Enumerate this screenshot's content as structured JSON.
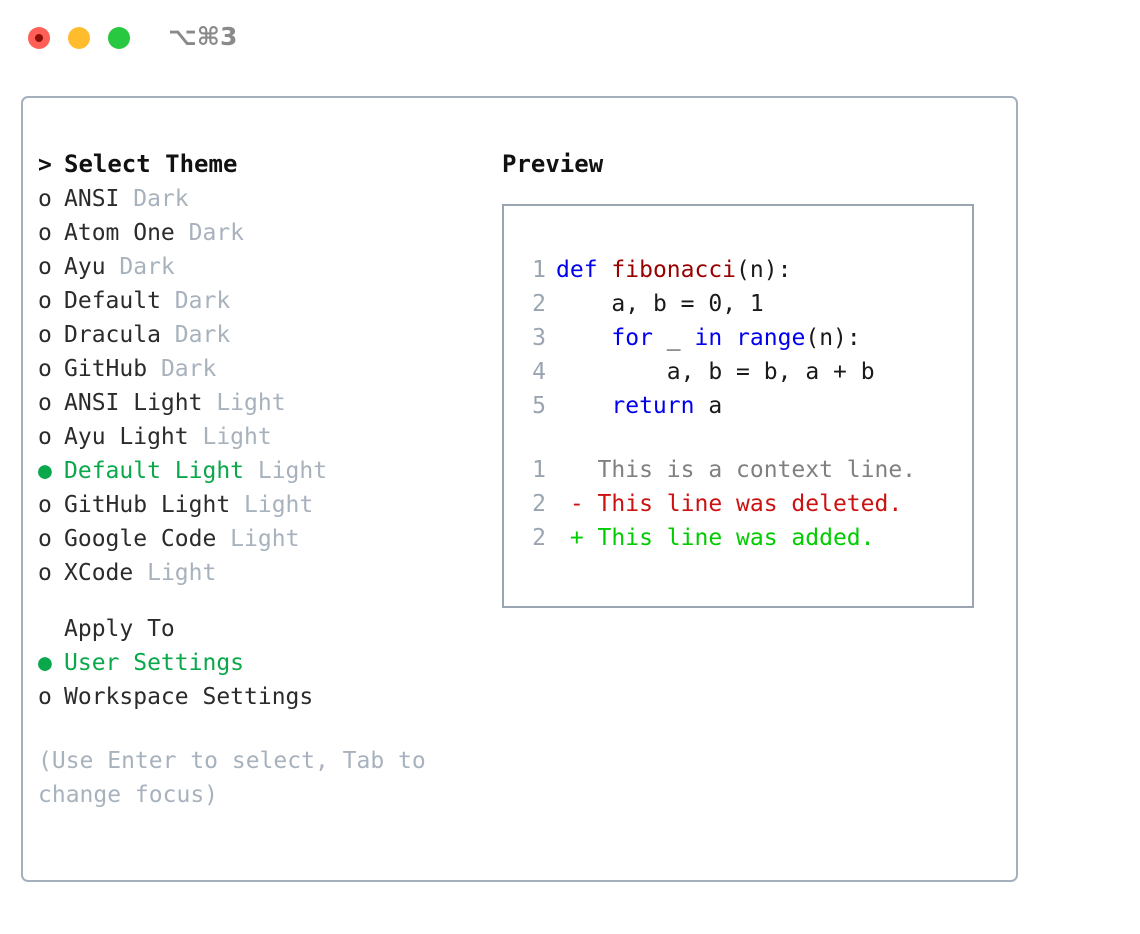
{
  "window": {
    "traffic_lights": [
      {
        "name": "close-button",
        "color": "#ff5f57"
      },
      {
        "name": "minimize-button",
        "color": "#ffbd2e"
      },
      {
        "name": "maximize-button",
        "color": "#28c840"
      }
    ],
    "shortcut": "⌥⌘3"
  },
  "theme_picker": {
    "header": {
      "marker": ">",
      "label": "Select Theme"
    },
    "items": [
      {
        "marker": "o",
        "name": "ANSI",
        "label": "Dark",
        "selected": false
      },
      {
        "marker": "o",
        "name": "Atom One",
        "label": "Dark",
        "selected": false
      },
      {
        "marker": "o",
        "name": "Ayu",
        "label": "Dark",
        "selected": false
      },
      {
        "marker": "o",
        "name": "Default",
        "label": "Dark",
        "selected": false
      },
      {
        "marker": "o",
        "name": "Dracula",
        "label": "Dark",
        "selected": false
      },
      {
        "marker": "o",
        "name": "GitHub",
        "label": "Dark",
        "selected": false
      },
      {
        "marker": "o",
        "name": "ANSI Light",
        "label": "Light",
        "selected": false
      },
      {
        "marker": "o",
        "name": "Ayu Light",
        "label": "Light",
        "selected": false
      },
      {
        "marker": "●",
        "name": "Default Light",
        "label": "Light",
        "selected": true
      },
      {
        "marker": "o",
        "name": "GitHub Light",
        "label": "Light",
        "selected": false
      },
      {
        "marker": "o",
        "name": "Google Code",
        "label": "Light",
        "selected": false
      },
      {
        "marker": "o",
        "name": "XCode",
        "label": "Light",
        "selected": false
      }
    ]
  },
  "apply_to": {
    "header": "Apply To",
    "options": [
      {
        "marker": "●",
        "name": "User Settings",
        "selected": true
      },
      {
        "marker": "o",
        "name": "Workspace Settings",
        "selected": false
      }
    ]
  },
  "hint": "(Use Enter to select, Tab to change focus)",
  "preview": {
    "title": "Preview",
    "code_lines": [
      {
        "no": "1",
        "text": "def fibonacci(n):"
      },
      {
        "no": "2",
        "text": "    a, b = 0, 1"
      },
      {
        "no": "3",
        "text": "    for _ in range(n):"
      },
      {
        "no": "4",
        "text": "        a, b = b, a + b"
      },
      {
        "no": "5",
        "text": "    return a"
      }
    ],
    "diff_lines": [
      {
        "no": "1",
        "sign": " ",
        "text": "This is a context line.",
        "kind": "context"
      },
      {
        "no": "2",
        "sign": "-",
        "text": "This line was deleted.",
        "kind": "deleted"
      },
      {
        "no": "2",
        "sign": "+",
        "text": "This line was added.",
        "kind": "added"
      }
    ]
  },
  "colors": {
    "accent_green": "#0aa84a",
    "muted": "#a8b2bd",
    "keyword_blue": "#0000ee",
    "function_red": "#990000",
    "diff_deleted": "#cc1111",
    "diff_added": "#00cc00",
    "border": "#a6b0bc"
  },
  "code_tokens": {
    "l1": {
      "kw": "def",
      "fn": "fibonacci",
      "tail": "(n):"
    },
    "l2": {
      "text": "    a, b = 0, 1"
    },
    "l3": {
      "pre": "    ",
      "kw1": "for",
      "mid": " _ ",
      "kw2": "in",
      "sp": " ",
      "kw3": "range",
      "tail": "(n):"
    },
    "l4": {
      "text": "        a, b = b, a + b"
    },
    "l5": {
      "pre": "    ",
      "kw": "return",
      "tail": " a"
    }
  }
}
